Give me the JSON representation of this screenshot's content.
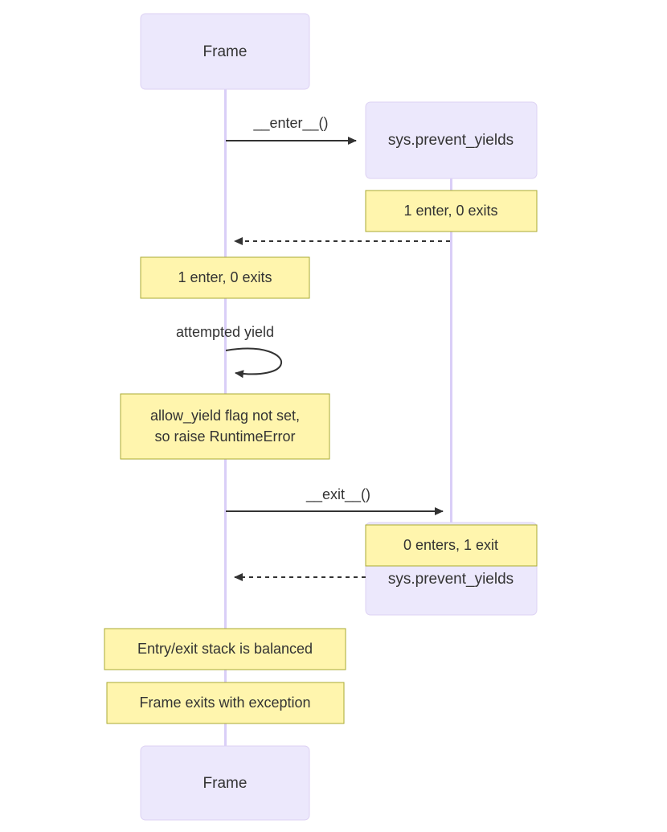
{
  "diagram": {
    "type": "sequence-diagram",
    "title": "",
    "colors": {
      "actor_fill": "#ece8fc",
      "actor_stroke": "#ddd2f3",
      "note_fill": "#fff5ad",
      "note_stroke": "#aaaa33",
      "lifeline": "#d9cef7",
      "line": "#333333",
      "text": "#333333",
      "background": "#ffffff"
    }
  },
  "participants": [
    {
      "id": "frame",
      "label": "Frame"
    },
    {
      "id": "prevent",
      "label": "sys.prevent_yields"
    }
  ],
  "actor_boxes": {
    "frame_top": "Frame",
    "frame_bottom": "Frame",
    "prevent_top": "sys.prevent_yields",
    "prevent_bottom": "sys.prevent_yields"
  },
  "messages": [
    {
      "id": "m1",
      "label": "__enter__()",
      "from": "frame",
      "to": "prevent",
      "style": "solid"
    },
    {
      "id": "m2",
      "label": "",
      "from": "prevent",
      "to": "frame",
      "style": "dashed"
    },
    {
      "id": "m3",
      "label": "attempted yield",
      "from": "frame",
      "to": "frame",
      "style": "self-loop"
    },
    {
      "id": "m4",
      "label": "__exit__()",
      "from": "frame",
      "to": "prevent",
      "style": "solid"
    },
    {
      "id": "m5",
      "label": "",
      "from": "prevent",
      "to": "frame",
      "style": "dashed"
    }
  ],
  "notes": [
    {
      "id": "n1",
      "side": "prevent",
      "lines": [
        "1 enter, 0 exits"
      ]
    },
    {
      "id": "n2",
      "side": "frame",
      "lines": [
        "1 enter, 0 exits"
      ]
    },
    {
      "id": "n3",
      "side": "frame",
      "lines": [
        "allow_yield flag not set,",
        "so raise RuntimeError"
      ]
    },
    {
      "id": "n4",
      "side": "prevent",
      "lines": [
        "0 enters, 1 exit"
      ]
    },
    {
      "id": "n5",
      "side": "frame",
      "lines": [
        "Entry/exit stack is balanced"
      ]
    },
    {
      "id": "n6",
      "side": "frame",
      "lines": [
        "Frame exits with exception"
      ]
    }
  ]
}
